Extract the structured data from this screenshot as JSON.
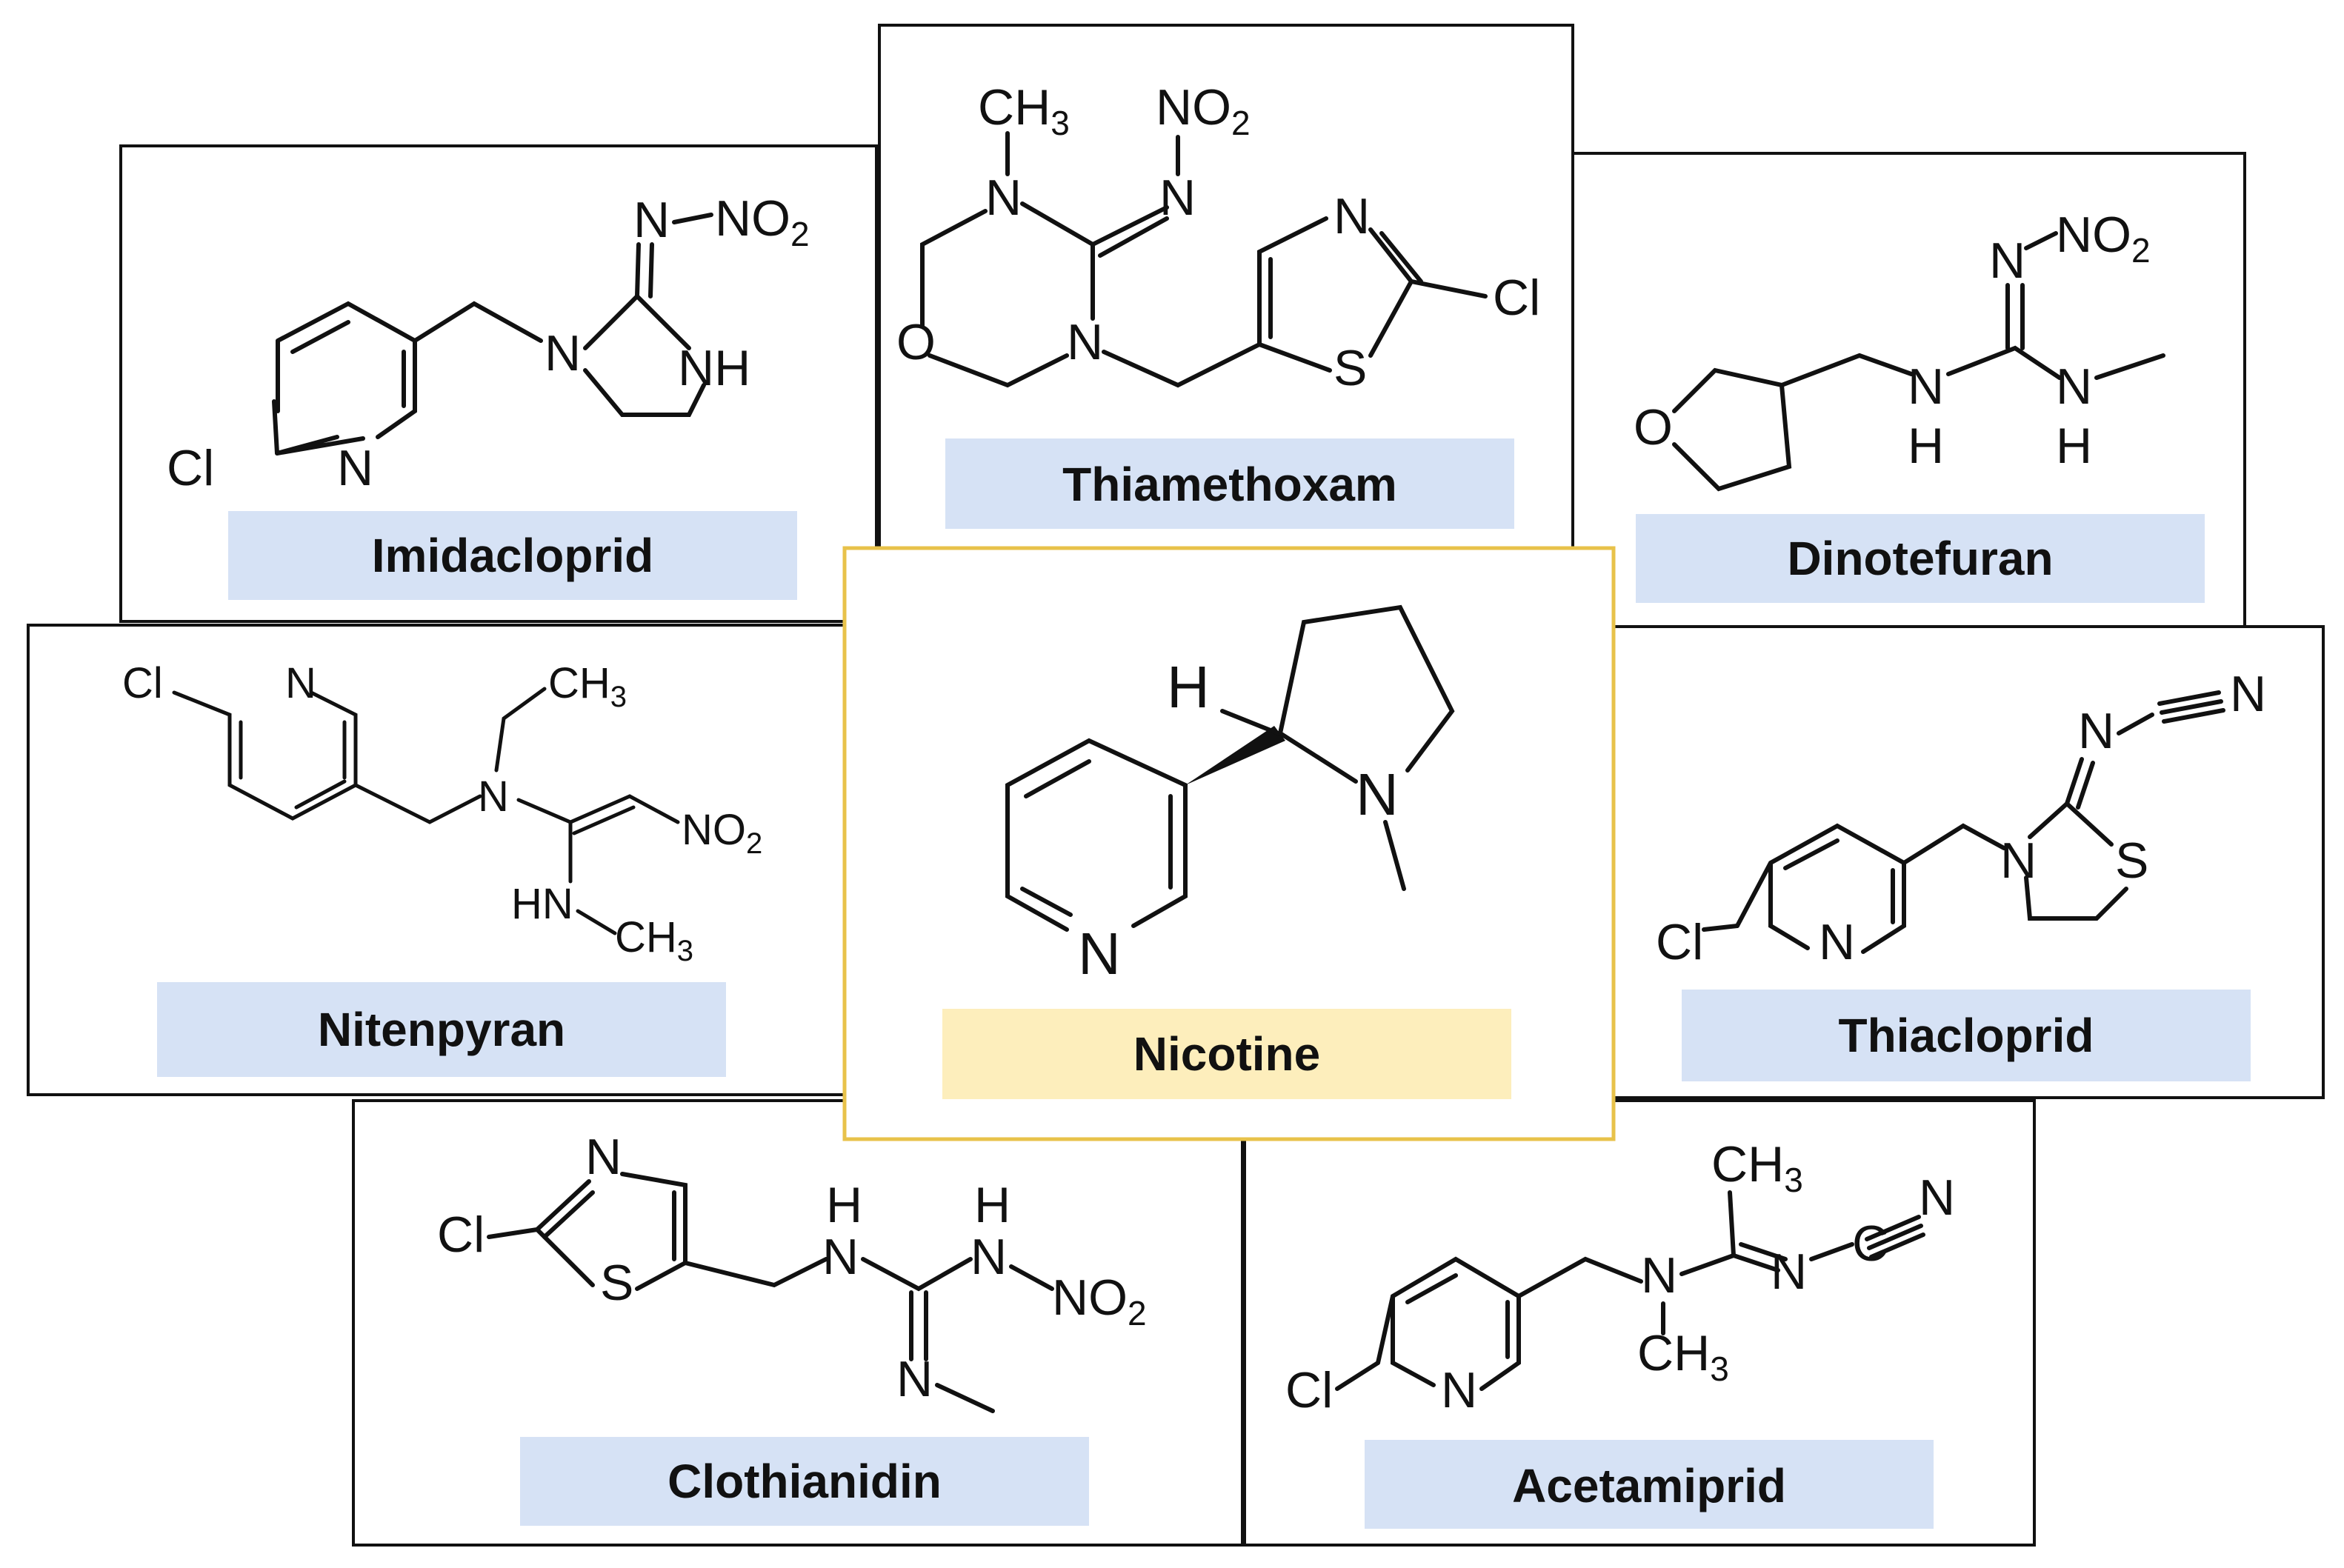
{
  "figure": {
    "colors": {
      "label_fill": "#d6e2f5",
      "center_label_fill": "#fdeebc",
      "center_border": "#e8c24a",
      "panel_border": "#111111"
    }
  },
  "compounds": [
    {
      "id": "imidacloprid",
      "name": "Imidacloprid"
    },
    {
      "id": "thiamethoxam",
      "name": "Thiamethoxam"
    },
    {
      "id": "dinotefuran",
      "name": "Dinotefuran"
    },
    {
      "id": "nitenpyran",
      "name": "Nitenpyran"
    },
    {
      "id": "nicotine",
      "name": "Nicotine"
    },
    {
      "id": "thiacloprid",
      "name": "Thiacloprid"
    },
    {
      "id": "clothianidin",
      "name": "Clothianidin"
    },
    {
      "id": "acetamiprid",
      "name": "Acetamiprid"
    }
  ],
  "atoms": {
    "cl": "Cl",
    "n": "N",
    "nh": "NH",
    "hn": "HN",
    "h": "H",
    "o": "O",
    "s": "S",
    "no2": "NO",
    "two": "2",
    "ch3": "CH",
    "three": "3"
  }
}
